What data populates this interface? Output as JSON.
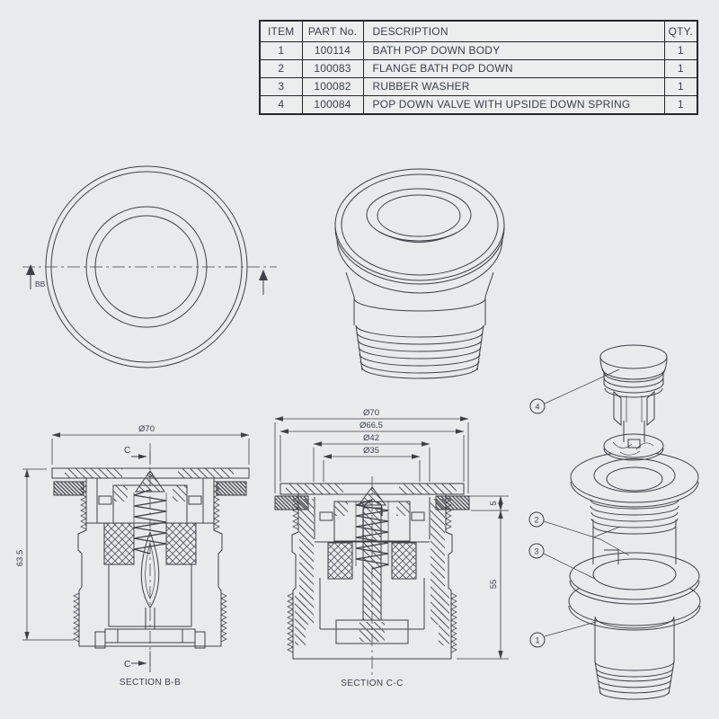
{
  "colors": {
    "background": "#e9eaec",
    "line": "#3f4046",
    "text": "#3a3f4a",
    "table_border": "#26262b"
  },
  "parts_table": {
    "headers": {
      "item": "ITEM",
      "part_no": "PART No.",
      "description": "DESCRIPTION",
      "qty": "QTY."
    },
    "rows": [
      {
        "item": "1",
        "part_no": "100114",
        "description": "BATH POP DOWN BODY",
        "qty": "1"
      },
      {
        "item": "2",
        "part_no": "100083",
        "description": "FLANGE BATH POP DOWN",
        "qty": "1"
      },
      {
        "item": "3",
        "part_no": "100082",
        "description": "RUBBER WASHER",
        "qty": "1"
      },
      {
        "item": "4",
        "part_no": "100084",
        "description": "POP DOWN VALVE WITH UPSIDE DOWN SPRING",
        "qty": "1"
      }
    ]
  },
  "top_view": {
    "section_arrow_label": "BB"
  },
  "section_bb": {
    "title": "SECTION B-B",
    "dim_diameter": "Ø70",
    "dim_height": "63.5",
    "cut_label": "C"
  },
  "section_cc": {
    "title": "SECTION C-C",
    "dim_outer": "Ø70",
    "dim_flange": "Ø66.5",
    "dim_mid": "Ø42",
    "dim_inner": "Ø35",
    "dim_lip_height": "5",
    "dim_body_height": "55"
  },
  "exploded": {
    "callout_body": "1",
    "callout_flange": "2",
    "callout_washer": "3",
    "callout_valve": "4"
  }
}
